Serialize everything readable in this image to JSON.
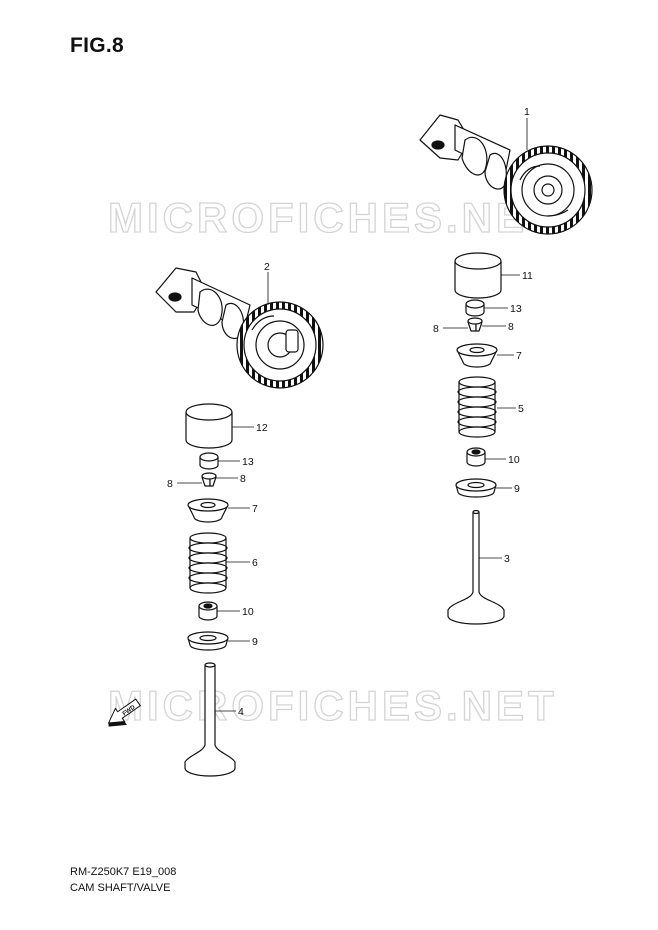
{
  "figure": {
    "title": "FIG.8",
    "watermark": "MICROFICHES.NET"
  },
  "callouts": {
    "c1": "1",
    "c2": "2",
    "c3": "3",
    "c4": "4",
    "c5": "5",
    "c6": "6",
    "c7a": "7",
    "c7b": "7",
    "c8a": "8",
    "c8b": "8",
    "c8c": "8",
    "c8d": "8",
    "c9a": "9",
    "c9b": "9",
    "c10a": "10",
    "c10b": "10",
    "c11": "11",
    "c12": "12",
    "c13a": "13",
    "c13b": "13"
  },
  "fwd_label": "FWD",
  "footer": {
    "code": "RM-Z250K7 E19_008",
    "name": "CAM SHAFT/VALVE"
  }
}
